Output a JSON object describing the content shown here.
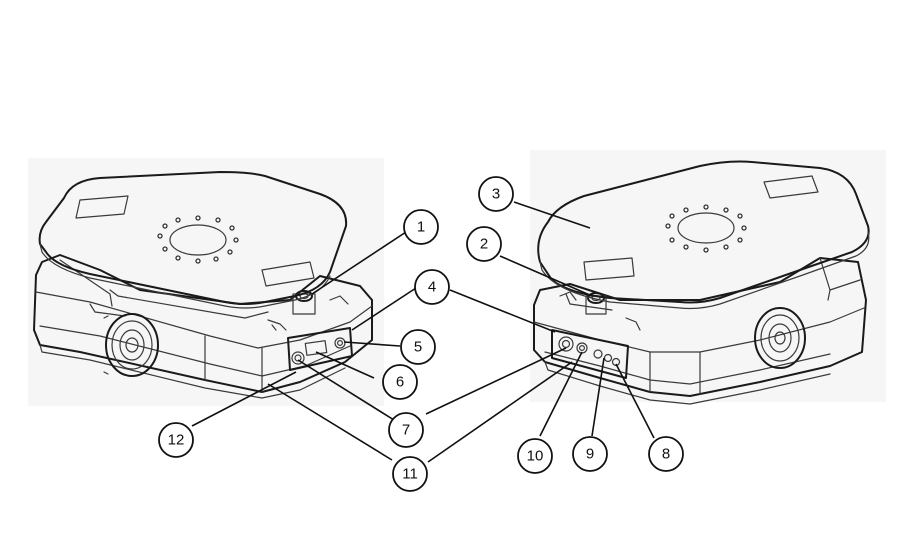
{
  "figure": {
    "callouts": [
      {
        "id": "c1",
        "label": "1"
      },
      {
        "id": "c2",
        "label": "2"
      },
      {
        "id": "c3",
        "label": "3"
      },
      {
        "id": "c4",
        "label": "4"
      },
      {
        "id": "c5",
        "label": "5"
      },
      {
        "id": "c6",
        "label": "6"
      },
      {
        "id": "c7",
        "label": "7"
      },
      {
        "id": "c8",
        "label": "8"
      },
      {
        "id": "c9",
        "label": "9"
      },
      {
        "id": "c10",
        "label": "10"
      },
      {
        "id": "c11",
        "label": "11"
      },
      {
        "id": "c12",
        "label": "12"
      }
    ]
  }
}
